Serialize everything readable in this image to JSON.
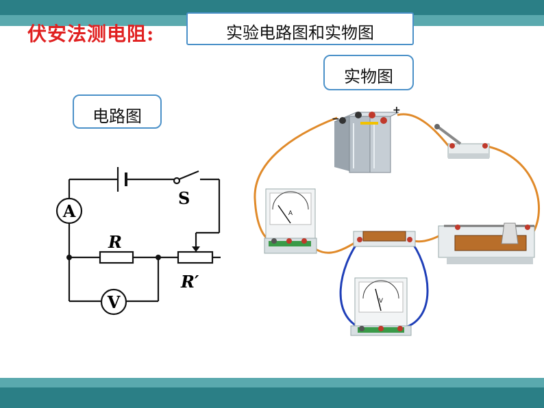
{
  "header": {
    "title": "伏安法测电阻:",
    "subtitle": "实验电路图和实物图"
  },
  "labels": {
    "circuit_diagram": "电路图",
    "physical_diagram": "实物图"
  },
  "circuit": {
    "ammeter": "A",
    "voltmeter": "V",
    "switch": "S",
    "resistor": "R",
    "rheostat": "R′"
  },
  "meters": {
    "ammeter_letter": "A",
    "voltmeter_letter": "V"
  },
  "battery_terminals": {
    "minus": "−",
    "plus": "+"
  },
  "colors": {
    "bar": "#2b7f86",
    "title": "#e02020",
    "box_border": "#4a90c8",
    "wire_orange": "#e08a2a",
    "wire_blue": "#1f3fb8"
  }
}
